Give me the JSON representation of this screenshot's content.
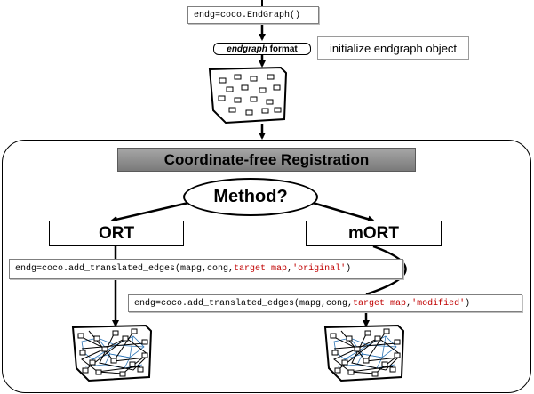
{
  "init_code": "endg=coco.EndGraph()",
  "format_label": {
    "italic": "endgraph",
    "rest": " format"
  },
  "init_note": "initialize endgraph object",
  "section_title": "Coordinate-free Registration",
  "decision": "Method?",
  "branches": {
    "left": {
      "label": "ORT",
      "code": {
        "prefix": "endg=coco.add_translated_edges(mapg,cong,",
        "highlight": "target map",
        "sep": ",",
        "arg": "'original'",
        "suffix": ")"
      }
    },
    "right": {
      "label": "mORT",
      "code": {
        "prefix": "endg=coco.add_translated_edges(mapg,cong,",
        "highlight": "target map",
        "sep": ",",
        "arg": "'modified'",
        "suffix": ")"
      }
    }
  }
}
